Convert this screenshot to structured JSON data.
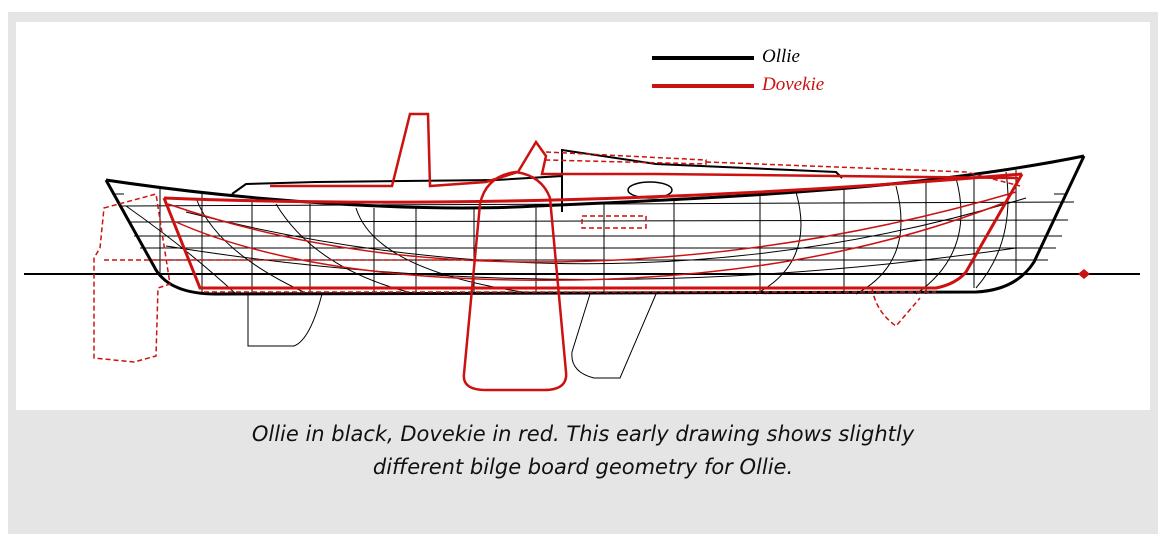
{
  "legend": {
    "items": [
      {
        "label": "Ollie",
        "color": "#000000"
      },
      {
        "label": "Dovekie",
        "color": "#cc1111"
      }
    ]
  },
  "caption": {
    "line1": "Ollie in black, Dovekie in red. This early drawing shows slightly",
    "line2": "different bilge board geometry for Ollie."
  },
  "colors": {
    "ollie": "#000000",
    "dovekie": "#cc1111",
    "frame_background": "#e5e5e5"
  }
}
